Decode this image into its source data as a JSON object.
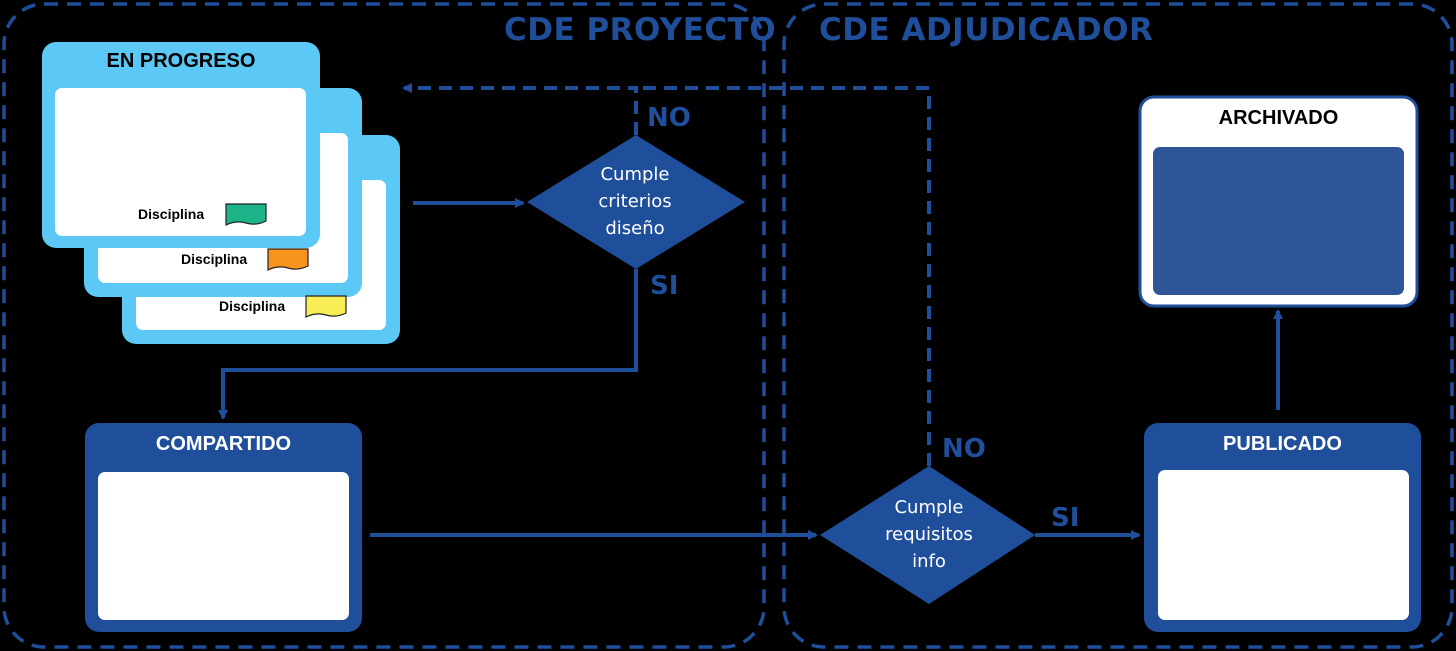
{
  "regions": {
    "project": "CDE PROYECTO",
    "adjudicator": "CDE ADJUDICADOR"
  },
  "cards": {
    "in_progress": "EN PROGRESO",
    "shared": "COMPARTIDO",
    "published": "PUBLICADO",
    "archived": "ARCHIVADO"
  },
  "disciplines": [
    {
      "label": "Disciplina",
      "color": "#1db48a"
    },
    {
      "label": "Disciplina",
      "color": "#f7941d"
    },
    {
      "label": "Disciplina",
      "color": "#f7ee55"
    }
  ],
  "decisions": {
    "design": {
      "line1": "Cumple",
      "line2": "criterios",
      "line3": "diseño",
      "no": "NO",
      "yes": "SI"
    },
    "info": {
      "line1": "Cumple",
      "line2": "requisitos",
      "line3": "info",
      "no": "NO",
      "yes": "SI"
    }
  },
  "colors": {
    "dark_blue": "#1f4e9a",
    "light_blue": "#5bc8f5",
    "archive_fill": "#2e5597"
  }
}
